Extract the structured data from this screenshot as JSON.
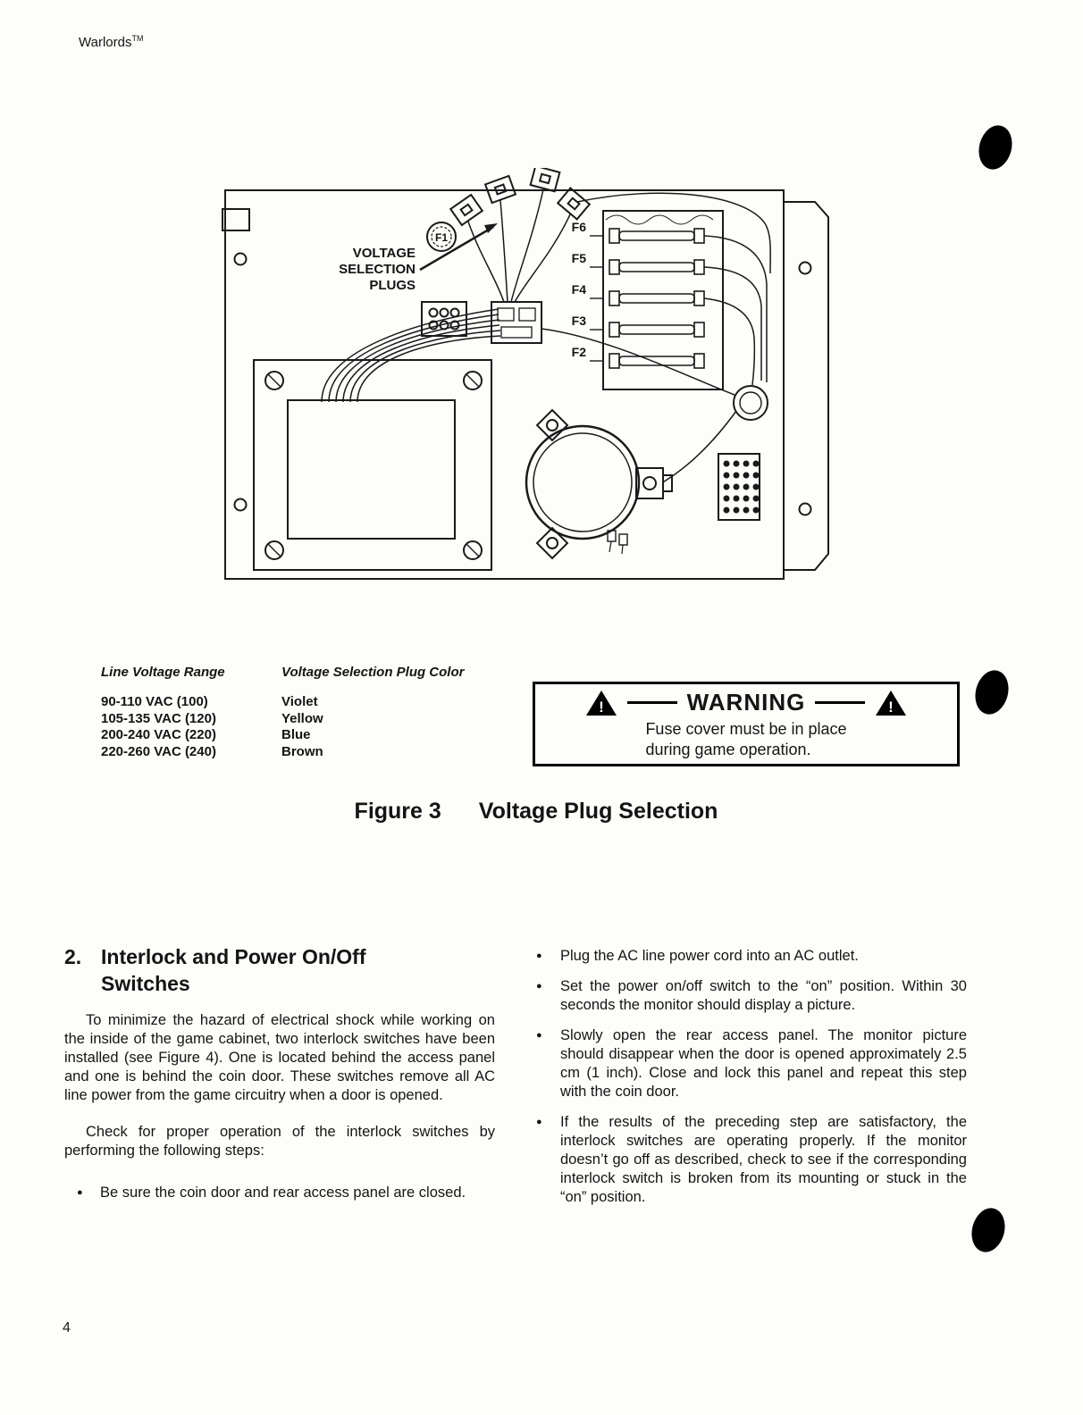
{
  "header": {
    "brand": "Warlords",
    "tm": "TM"
  },
  "diagram": {
    "label_lines": [
      "VOLTAGE",
      "SELECTION",
      "PLUGS"
    ],
    "fuses": {
      "f1": "F1",
      "f2": "F2",
      "f3": "F3",
      "f4": "F4",
      "f5": "F5",
      "f6": "F6"
    }
  },
  "voltage_table": {
    "col1_header": "Line Voltage Range",
    "col2_header": "Voltage Selection Plug Color",
    "rows": [
      {
        "range": "90-110 VAC (100)",
        "color": "Violet"
      },
      {
        "range": "105-135 VAC (120)",
        "color": "Yellow"
      },
      {
        "range": "200-240 VAC (220)",
        "color": "Blue"
      },
      {
        "range": "220-260 VAC (240)",
        "color": "Brown"
      }
    ]
  },
  "warning": {
    "title": "WARNING",
    "icon_glyph": "!",
    "line1": "Fuse cover must be in place",
    "line2": "during game operation."
  },
  "figure_caption": {
    "label": "Figure 3",
    "title": "Voltage Plug Selection"
  },
  "section": {
    "number": "2.",
    "title_line1": "Interlock and Power On/Off",
    "title_line2": "Switches",
    "paragraphs": [
      "To minimize the hazard of electrical shock while working on the inside of the game cabinet, two interlock switches have been installed (see Figure 4). One is located behind the access panel and one is behind the coin door. These switches remove all AC line power from the game circuitry when a door is opened.",
      "Check for proper operation of the interlock switches by performing the following steps:"
    ],
    "left_bullets": [
      "Be sure the coin door and rear access panel are closed."
    ],
    "right_bullets": [
      "Plug the AC line power cord into an AC outlet.",
      "Set the power on/off switch to the “on” position. Within 30 seconds the monitor should display a picture.",
      "Slowly open the rear access panel. The monitor picture should disappear when the door is opened approximately 2.5 cm (1 inch). Close and lock this panel and repeat this step with the coin door.",
      "If the results of the preceding step are satisfactory, the interlock switches are operating properly. If the monitor doesn’t go off as described, check to see if the corresponding interlock switch is broken from its mounting or stuck in the “on” position."
    ]
  },
  "footer": {
    "page_number": "4"
  }
}
